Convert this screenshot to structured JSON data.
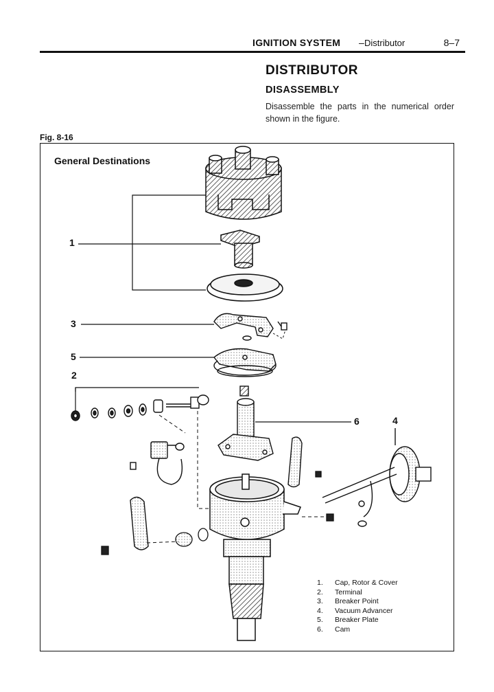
{
  "header": {
    "section": "IGNITION SYSTEM",
    "dash": "–",
    "subsection": "Distributor",
    "page_number": "8–7"
  },
  "content": {
    "title": "DISTRIBUTOR",
    "subtitle": "DISASSEMBLY",
    "instruction": "Disassemble the parts in the numerical order shown in the figure."
  },
  "figure": {
    "label": "Fig. 8-16",
    "caption": "General Destinations",
    "callouts": [
      "1",
      "2",
      "3",
      "4",
      "5",
      "6"
    ],
    "legend": [
      {
        "num": "1.",
        "label": "Cap, Rotor & Cover"
      },
      {
        "num": "2.",
        "label": "Terminal"
      },
      {
        "num": "3.",
        "label": "Breaker Point"
      },
      {
        "num": "4.",
        "label": "Vacuum Advancer"
      },
      {
        "num": "5.",
        "label": "Breaker Plate"
      },
      {
        "num": "6.",
        "label": "Cam"
      }
    ]
  }
}
